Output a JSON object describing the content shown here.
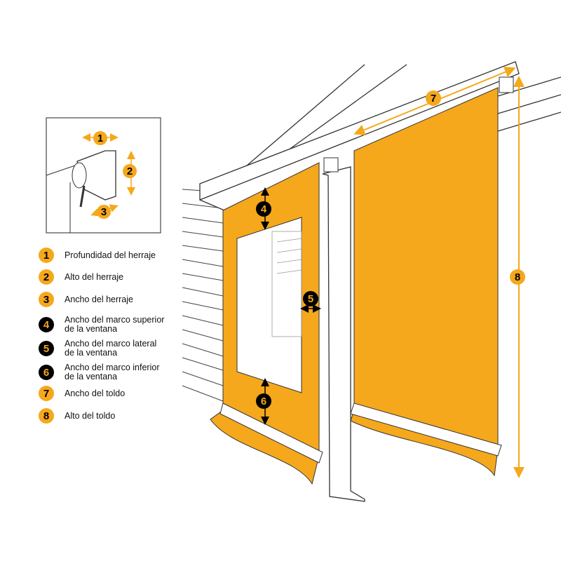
{
  "colors": {
    "accent": "#F5A81C",
    "outline": "#333333",
    "dark_badge": "#000000"
  },
  "legend": [
    {
      "num": "1",
      "label": "Profundidad del herraje",
      "style": "orange"
    },
    {
      "num": "2",
      "label": "Alto del herraje",
      "style": "orange"
    },
    {
      "num": "3",
      "label": "Ancho del herraje",
      "style": "orange"
    },
    {
      "num": "4",
      "label": "Ancho del marco superior\nde la ventana",
      "style": "black"
    },
    {
      "num": "5",
      "label": "Ancho del marco lateral\nde la ventana",
      "style": "black"
    },
    {
      "num": "6",
      "label": "Ancho del marco inferior\nde la ventana",
      "style": "black"
    },
    {
      "num": "7",
      "label": "Ancho del toldo",
      "style": "orange"
    },
    {
      "num": "8",
      "label": "Alto del toldo",
      "style": "orange"
    }
  ],
  "diagram_badges": {
    "b1": "1",
    "b2": "2",
    "b3": "3",
    "b4": "4",
    "b5": "5",
    "b6": "6",
    "b7": "7",
    "b8": "8"
  }
}
